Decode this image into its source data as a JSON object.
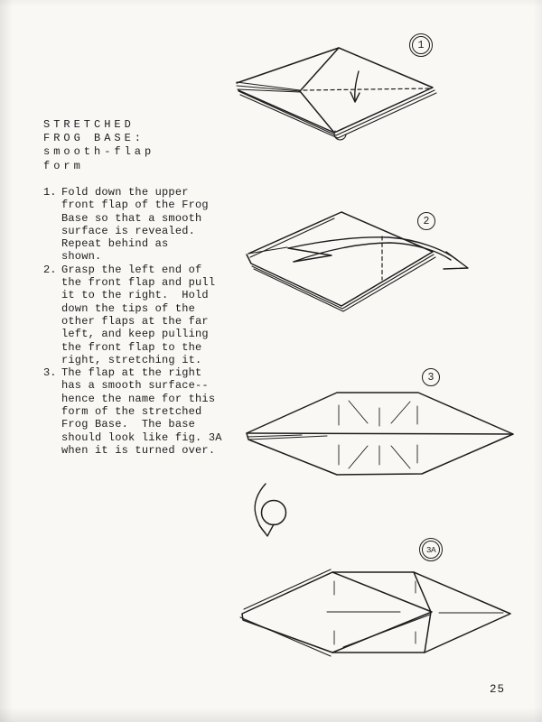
{
  "page_number": "25",
  "heading": "STRETCHED\nFROG BASE:\nsmooth-flap\nform",
  "instructions": [
    {
      "num": "1.",
      "text": "Fold down the upper\nfront flap of the Frog\nBase so that a smooth\nsurface is revealed.\nRepeat behind as\nshown."
    },
    {
      "num": "2.",
      "text": "Grasp the left end of\nthe front flap and pull\nit to the right.  Hold\ndown the tips of the\nother flaps at the far\nleft, and keep pulling\nthe front flap to the\nright, stretching it."
    },
    {
      "num": "3.",
      "text": "The flap at the right\nhas a smooth surface--\nhence the name for this\nform of the stretched\nFrog Base.  The base\nshould look like fig. 3A\nwhen it is turned over."
    }
  ],
  "figures": {
    "fig1": {
      "badge": "1"
    },
    "fig2": {
      "badge": "2"
    },
    "fig3": {
      "badge": "3"
    },
    "fig3a": {
      "badge": "3A"
    }
  },
  "colors": {
    "ink": "#1d1d1d",
    "paper": "#f9f8f5"
  }
}
